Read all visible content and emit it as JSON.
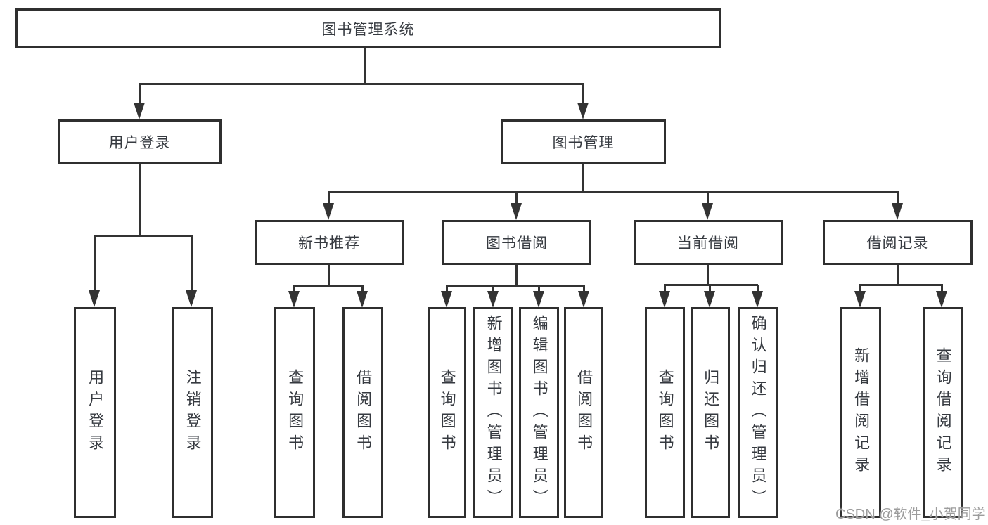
{
  "diagram": {
    "title_node": "图书管理系统",
    "level2": [
      "用户登录",
      "图书管理"
    ],
    "level3": [
      "新书推荐",
      "图书借阅",
      "当前借阅",
      "借阅记录"
    ],
    "leaves": [
      "用户登录",
      "注销登录",
      "查询图书",
      "借阅图书",
      "查询图书",
      "新增图书（管理员）",
      "编辑图书（管理员）",
      "借阅图书",
      "查询图书",
      "归还图书",
      "确认归还（管理员）",
      "新增借阅记录",
      "查询借阅记录"
    ],
    "watermark": "CSDN @软件_小贺同学",
    "colors": {
      "line": "#333333",
      "box_border": "#2f2f2f",
      "text": "#363a40",
      "watermark": "#9c9c9c",
      "background": "#ffffff"
    }
  }
}
